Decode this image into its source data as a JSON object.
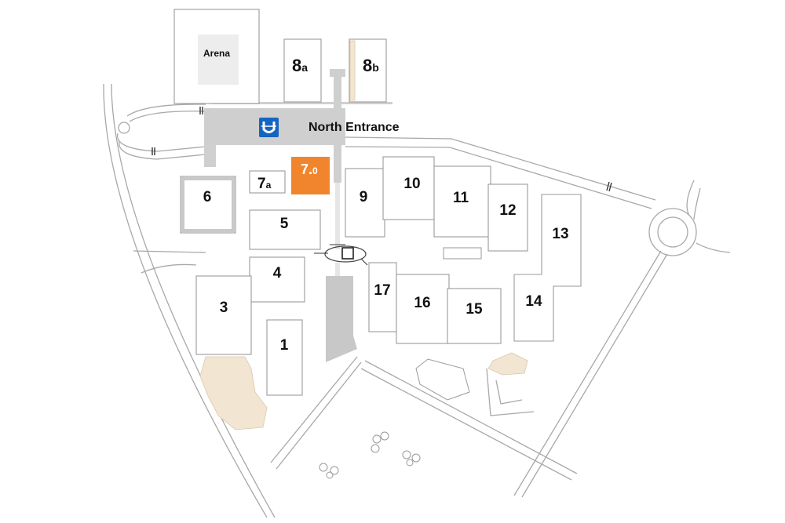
{
  "labels": {
    "arena": "Arena",
    "north_entrance": "North Entrance"
  },
  "halls": {
    "h1": "1",
    "h3": "3",
    "h4": "4",
    "h5": "5",
    "h6": "6",
    "h7a_main": "7",
    "h7a_sub": "a",
    "h70_main": "7.",
    "h70_sub": "0",
    "h8a_main": "8",
    "h8a_sub": "a",
    "h8b_main": "8",
    "h8b_sub": "b",
    "h9": "9",
    "h10": "10",
    "h11": "11",
    "h12": "12",
    "h13": "13",
    "h14": "14",
    "h15": "15",
    "h16": "16",
    "h17": "17"
  },
  "colors": {
    "highlight": "#F0852D",
    "transit": "#1565C0",
    "walkway": "#CFCFCF",
    "outline": "#9A9A9A",
    "beige": "#F2E5D2"
  },
  "icons": {
    "transit_station": "u-bahn-icon",
    "parking": "parking-icon"
  },
  "selected_hall": "7.0"
}
